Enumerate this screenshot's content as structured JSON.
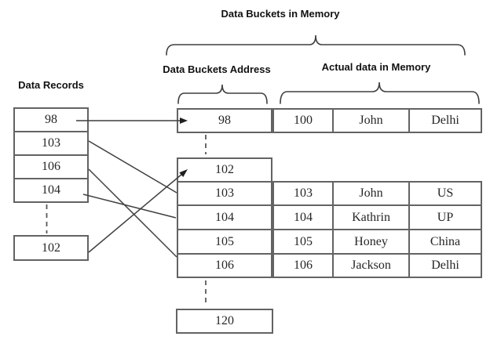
{
  "titles": {
    "main": "Data Buckets in Memory",
    "records": "Data Records",
    "address": "Data Buckets Address",
    "memory": "Actual data in Memory"
  },
  "records": [
    "98",
    "103",
    "106",
    "104",
    "102"
  ],
  "buckets": [
    "98",
    "102",
    "103",
    "104",
    "105",
    "106",
    "120"
  ],
  "memory_rows": [
    [
      "100",
      "John",
      "Delhi"
    ],
    [
      "103",
      "John",
      "US"
    ],
    [
      "104",
      "Kathrin",
      "UP"
    ],
    [
      "105",
      "Honey",
      "China"
    ],
    [
      "106",
      "Jackson",
      "Delhi"
    ]
  ],
  "connections": [
    {
      "from": "record-98",
      "to": "bucket-98",
      "arrowhead": true
    },
    {
      "from": "record-103",
      "to": "bucket-103",
      "arrowhead": false
    },
    {
      "from": "record-106",
      "to": "bucket-106",
      "arrowhead": false
    },
    {
      "from": "record-104",
      "to": "bucket-104",
      "arrowhead": false
    },
    {
      "from": "record-102",
      "to": "bucket-102",
      "arrowhead": true
    }
  ],
  "colors": {
    "border": "#636363",
    "line": "#3f3f3f",
    "text": "#262626",
    "background": "#ffffff"
  }
}
